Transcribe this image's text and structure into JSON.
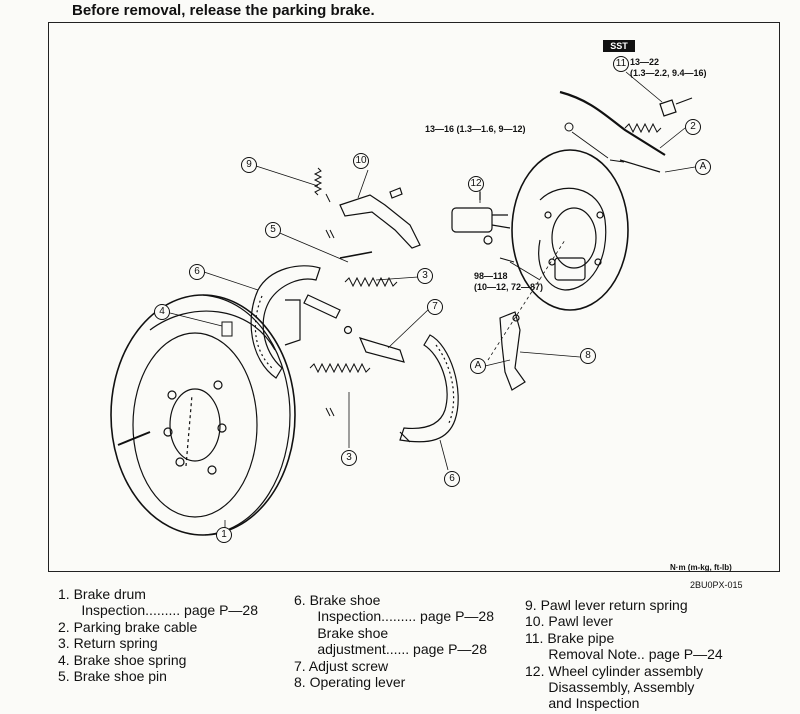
{
  "heading": "Before removal, release the parking brake.",
  "sst_label": "SST",
  "torque_specs": {
    "brake_pipe": "13—22\n(1.3—2.2, 9.4—16)",
    "backing_plate": "13—16 (1.3—1.6, 9—12)",
    "wheel_cylinder": "98—118\n(10—12, 72—87)"
  },
  "units_note": "N·m (m-kg, ft-lb)",
  "figure_id": "2BU0PX-015",
  "callouts": [
    "1",
    "2",
    "3",
    "3",
    "4",
    "5",
    "6",
    "6",
    "7",
    "8",
    "9",
    "10",
    "11",
    "12",
    "A",
    "A"
  ],
  "legend_col1": [
    "1. Brake drum",
    "      Inspection......... page P—28",
    "2. Parking brake cable",
    "3. Return spring",
    "4. Brake shoe spring",
    "5. Brake shoe pin"
  ],
  "legend_col2": [
    "6. Brake shoe",
    "      Inspection......... page P—28",
    "      Brake shoe",
    "      adjustment...... page P—28",
    "7. Adjust screw",
    "8. Operating lever"
  ],
  "legend_col3": [
    "9. Pawl lever return spring",
    "10. Pawl lever",
    "11. Brake pipe",
    "      Removal Note.. page P—24",
    "12. Wheel cylinder assembly",
    "      Disassembly, Assembly",
    "      and Inspection"
  ]
}
